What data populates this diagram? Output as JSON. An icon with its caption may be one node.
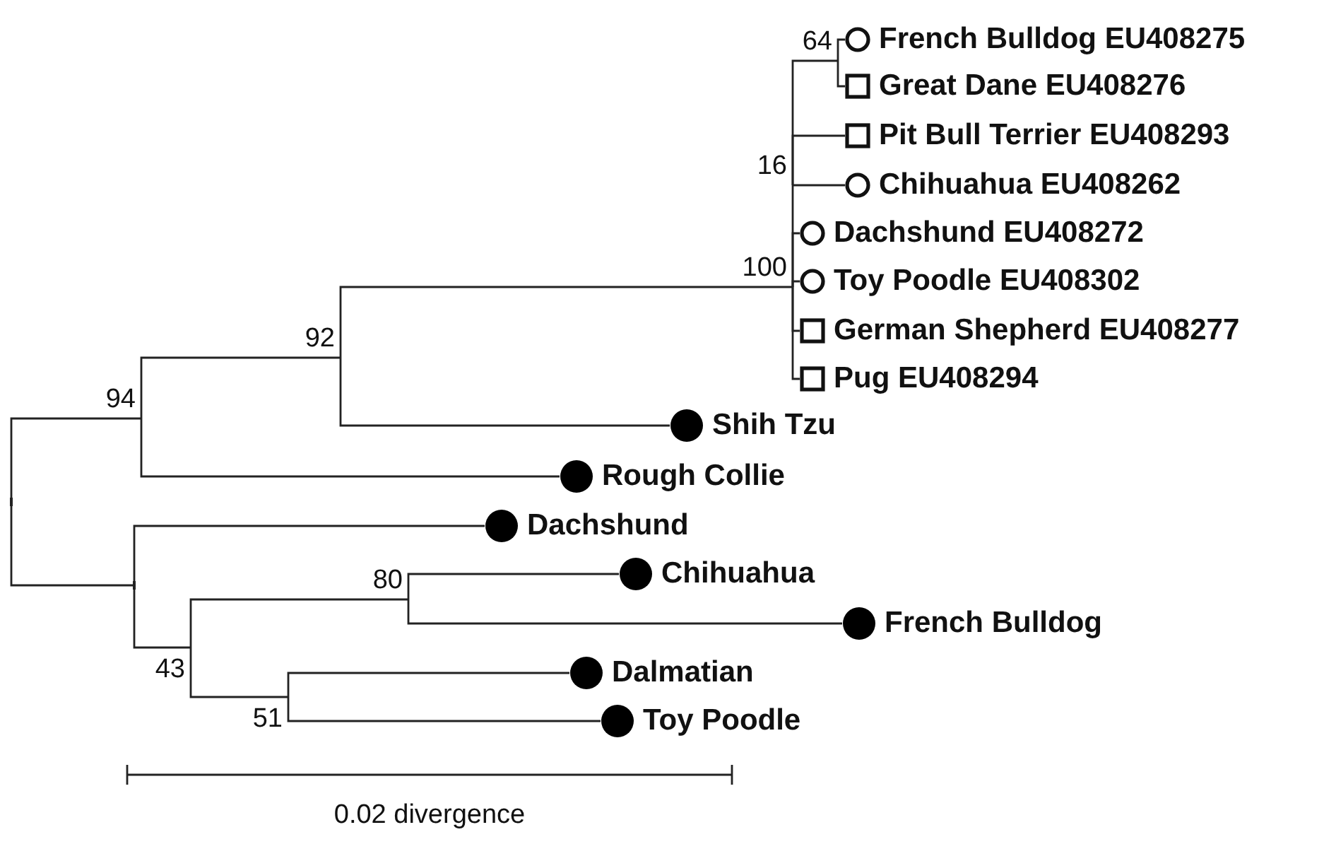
{
  "diagram": {
    "nodes": [
      {
        "text": [
          "64"
        ]
      },
      {
        "text": [
          "French Bulldog EU408275"
        ]
      },
      {
        "text": [
          "Great Dane EU408276"
        ]
      },
      {
        "text": [
          "Pit Bull Terrier EU408293"
        ]
      },
      {
        "text": [
          "16"
        ]
      },
      {
        "text": [
          "Chihuahua EU408262"
        ]
      },
      {
        "text": [
          "Dachshund EU408272"
        ]
      },
      {
        "text": [
          "100"
        ]
      },
      {
        "text": [
          "Toy Poodle EU408302"
        ]
      },
      {
        "text": [
          "German Shepherd EU408277"
        ]
      },
      {
        "text": [
          "Pug EU408294"
        ]
      },
      {
        "text": [
          "92"
        ]
      },
      {
        "text": [
          "94"
        ]
      },
      {
        "text": [
          "Shih Tzu"
        ]
      },
      {
        "text": [
          "Rough Collie"
        ]
      },
      {
        "text": [],
        "shape": "point"
      },
      {
        "text": [
          "Dachshund"
        ]
      },
      {
        "text": [
          "80"
        ]
      },
      {
        "text": [
          "Chihuahua"
        ]
      },
      {
        "text": [
          "French Bulldog"
        ]
      },
      {
        "text": [],
        "shape": "point"
      },
      {
        "text": [
          "43"
        ]
      },
      {
        "text": [
          "Dalmatian"
        ]
      },
      {
        "text": [
          "51"
        ]
      },
      {
        "text": [
          "Toy Poodle"
        ]
      }
    ],
    "edges": [
      {
        "from": 15,
        "to": 12,
        "arrow": "none"
      },
      {
        "from": 15,
        "to": 20,
        "arrow": "none"
      },
      {
        "from": 12,
        "to": 11,
        "arrow": "none"
      },
      {
        "from": 12,
        "to": 14,
        "arrow": "none"
      },
      {
        "from": 11,
        "to": 7,
        "arrow": "none"
      },
      {
        "from": 11,
        "to": 13,
        "arrow": "none"
      },
      {
        "from": 7,
        "to": 4,
        "arrow": "none"
      },
      {
        "from": 7,
        "to": 6,
        "arrow": "none"
      },
      {
        "from": 7,
        "to": 8,
        "arrow": "none"
      },
      {
        "from": 7,
        "to": 9,
        "arrow": "none"
      },
      {
        "from": 7,
        "to": 10,
        "arrow": "none"
      },
      {
        "from": 4,
        "to": 0,
        "arrow": "none"
      },
      {
        "from": 4,
        "to": 3,
        "arrow": "none"
      },
      {
        "from": 4,
        "to": 5,
        "arrow": "none"
      },
      {
        "from": 0,
        "to": 1,
        "arrow": "none"
      },
      {
        "from": 0,
        "to": 2,
        "arrow": "none"
      },
      {
        "from": 20,
        "to": 16,
        "arrow": "none"
      },
      {
        "from": 20,
        "to": 21,
        "arrow": "none"
      },
      {
        "from": 21,
        "to": 17,
        "arrow": "none"
      },
      {
        "from": 21,
        "to": 23,
        "arrow": "none"
      },
      {
        "from": 17,
        "to": 18,
        "arrow": "none"
      },
      {
        "from": 17,
        "to": 19,
        "arrow": "none"
      },
      {
        "from": 23,
        "to": 22,
        "arrow": "none"
      },
      {
        "from": 23,
        "to": 24,
        "arrow": "none"
      }
    ],
    "labels": [
      "0.02 divergence"
    ]
  }
}
